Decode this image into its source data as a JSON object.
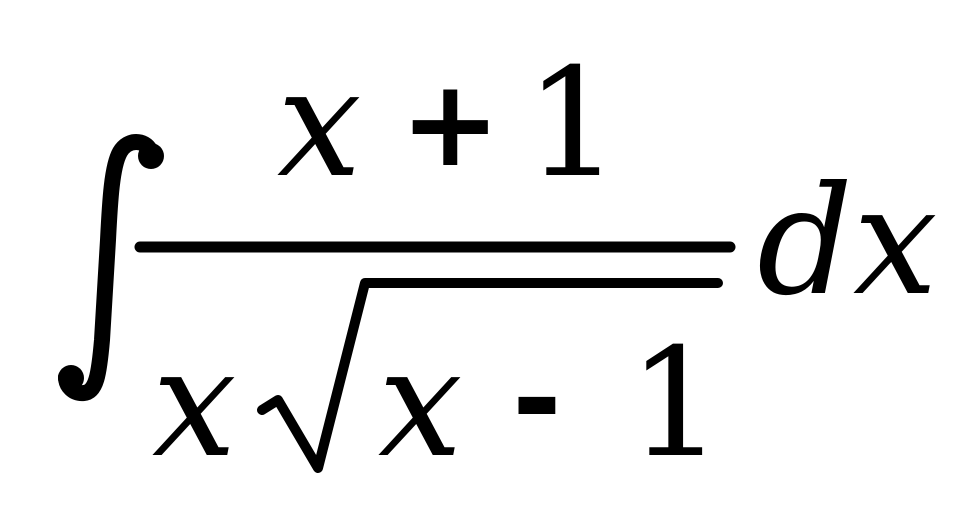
{
  "expression": {
    "integral_sign": "∫",
    "numerator": {
      "var": "x",
      "op": "+",
      "const": "1"
    },
    "denominator": {
      "var": "x",
      "radical_sign": "√",
      "radicand_var": "x",
      "radicand_op": "-",
      "radicand_const": "1"
    },
    "differential": "dx"
  },
  "colors": {
    "ink": "#000000",
    "background": "#ffffff"
  }
}
